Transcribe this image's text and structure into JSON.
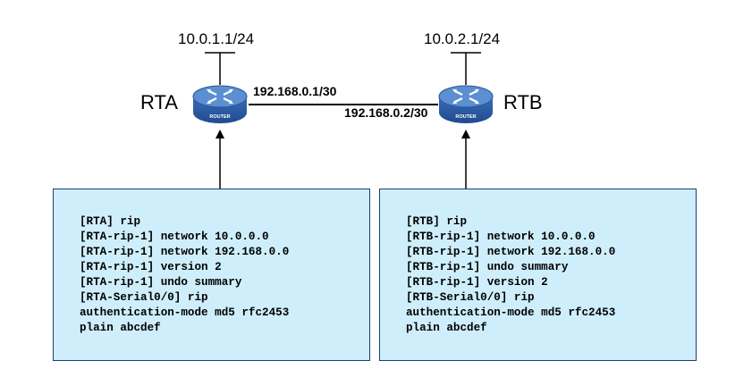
{
  "routers": {
    "rta": {
      "name": "RTA",
      "lan": "10.0.1.1/24",
      "link_ip": "192.168.0.1/30",
      "icon_text": "ROUTER"
    },
    "rtb": {
      "name": "RTB",
      "lan": "10.0.2.1/24",
      "link_ip": "192.168.0.2/30",
      "icon_text": "ROUTER"
    }
  },
  "configs": {
    "rta": [
      "[RTA] rip",
      "[RTA-rip-1] network 10.0.0.0",
      "[RTA-rip-1] network 192.168.0.0",
      "[RTA-rip-1] version 2",
      "[RTA-rip-1] undo summary",
      "[RTA-Serial0/0] rip",
      "authentication-mode md5 rfc2453",
      "plain abcdef"
    ],
    "rtb": [
      "[RTB] rip",
      "[RTB-rip-1] network 10.0.0.0",
      "[RTB-rip-1] network 192.168.0.0",
      "[RTB-rip-1] undo summary",
      "[RTB-rip-1] version 2",
      "[RTB-Serial0/0] rip",
      "authentication-mode md5 rfc2453",
      "plain abcdef"
    ]
  },
  "colors": {
    "router_top": "#5b8fd2",
    "router_body": "#2f5da8",
    "config_fill": "#cfeefc",
    "config_border": "#1c3f6e"
  },
  "icons": {
    "router": "router-icon"
  }
}
